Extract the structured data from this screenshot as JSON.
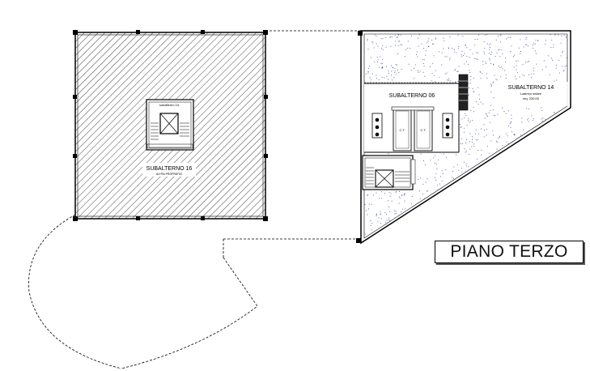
{
  "plan": {
    "left_block": {
      "stair_label": "subalterno 15",
      "unit_label": "SUBALTERNO 16",
      "unit_note": "ALTRA PROPRIETA'"
    },
    "right_block": {
      "unit_06_label": "SUBALTERNO 06",
      "unit_14_label": "SUBALTERNO 14",
      "unit_14_note1": "Lastrico solare",
      "unit_14_note2": "mq. 230,00",
      "shaft_label_1": "C.T.",
      "shaft_label_2": "C.T."
    },
    "title": "PIANO TERZO"
  },
  "colors": {
    "line": "#000000",
    "hatch": "#333333",
    "speckle": "#3a4aa0",
    "background": "#ffffff"
  }
}
